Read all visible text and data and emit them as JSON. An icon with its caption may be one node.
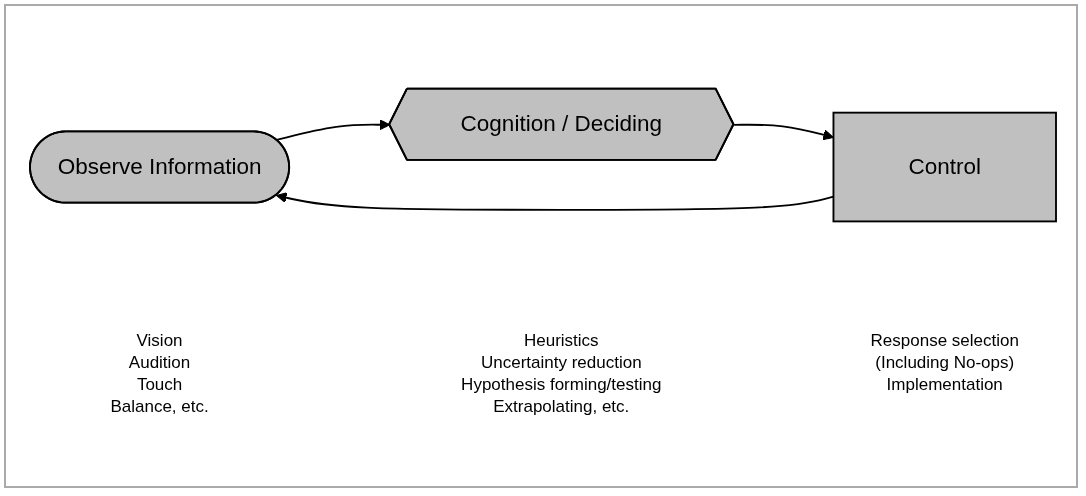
{
  "diagram": {
    "nodes": [
      {
        "text": [
          "Observe Information"
        ],
        "beside": [
          "Vision",
          "Audition",
          "Touch",
          "Balance, etc."
        ]
      },
      {
        "text": [
          "Cognition / Deciding"
        ],
        "beside": [
          "Heuristics",
          "Uncertainty reduction",
          "Hypothesis forming/testing",
          "Extrapolating, etc."
        ]
      },
      {
        "text": [
          "Control"
        ],
        "beside": [
          "Response selection",
          "(Including No-ops)",
          "Implementation"
        ]
      }
    ],
    "edges": [
      {
        "from": 0,
        "to": 1,
        "arrow": "to"
      },
      {
        "from": 1,
        "to": 2,
        "arrow": "to"
      },
      {
        "from": 2,
        "to": 0,
        "arrow": "to"
      }
    ]
  }
}
